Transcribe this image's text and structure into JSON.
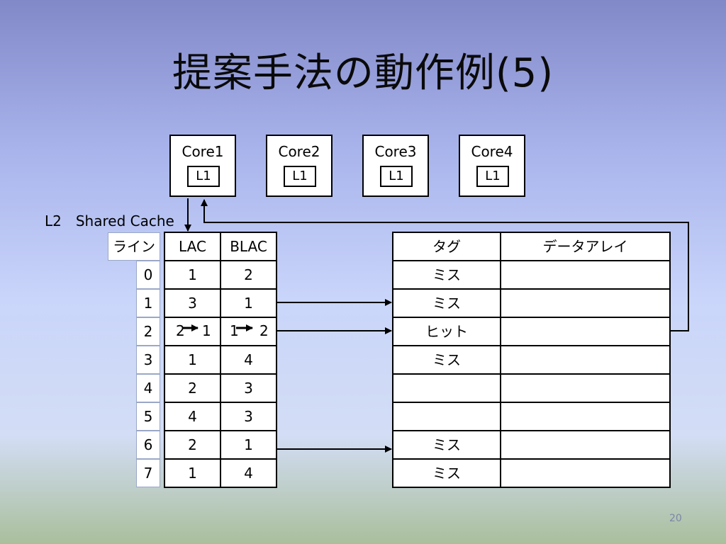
{
  "title": "提案手法の動作例(5)",
  "cores": [
    {
      "name": "Core1",
      "l1": "L1"
    },
    {
      "name": "Core2",
      "l1": "L1"
    },
    {
      "name": "Core3",
      "l1": "L1"
    },
    {
      "name": "Core4",
      "l1": "L1"
    }
  ],
  "l2_label": "L2　Shared Cache",
  "headers": {
    "line": "ライン",
    "lac": "LAC",
    "blac": "BLAC",
    "tag": "タグ",
    "data_array": "データアレイ"
  },
  "rows": [
    {
      "line": "0",
      "lac": "1",
      "blac": "2",
      "tag": "ミス"
    },
    {
      "line": "1",
      "lac": "3",
      "blac": "1",
      "tag": "ミス"
    },
    {
      "line": "2",
      "lac_from": "2",
      "lac_to": "1",
      "blac_from": "1",
      "blac_to": "2",
      "tag": "ヒット"
    },
    {
      "line": "3",
      "lac": "1",
      "blac": "4",
      "tag": "ミス"
    },
    {
      "line": "4",
      "lac": "2",
      "blac": "3",
      "tag": ""
    },
    {
      "line": "5",
      "lac": "4",
      "blac": "3",
      "tag": ""
    },
    {
      "line": "6",
      "lac": "2",
      "blac": "1",
      "tag": "ミス"
    },
    {
      "line": "7",
      "lac": "1",
      "blac": "4",
      "tag": "ミス"
    }
  ],
  "page_number": "20"
}
